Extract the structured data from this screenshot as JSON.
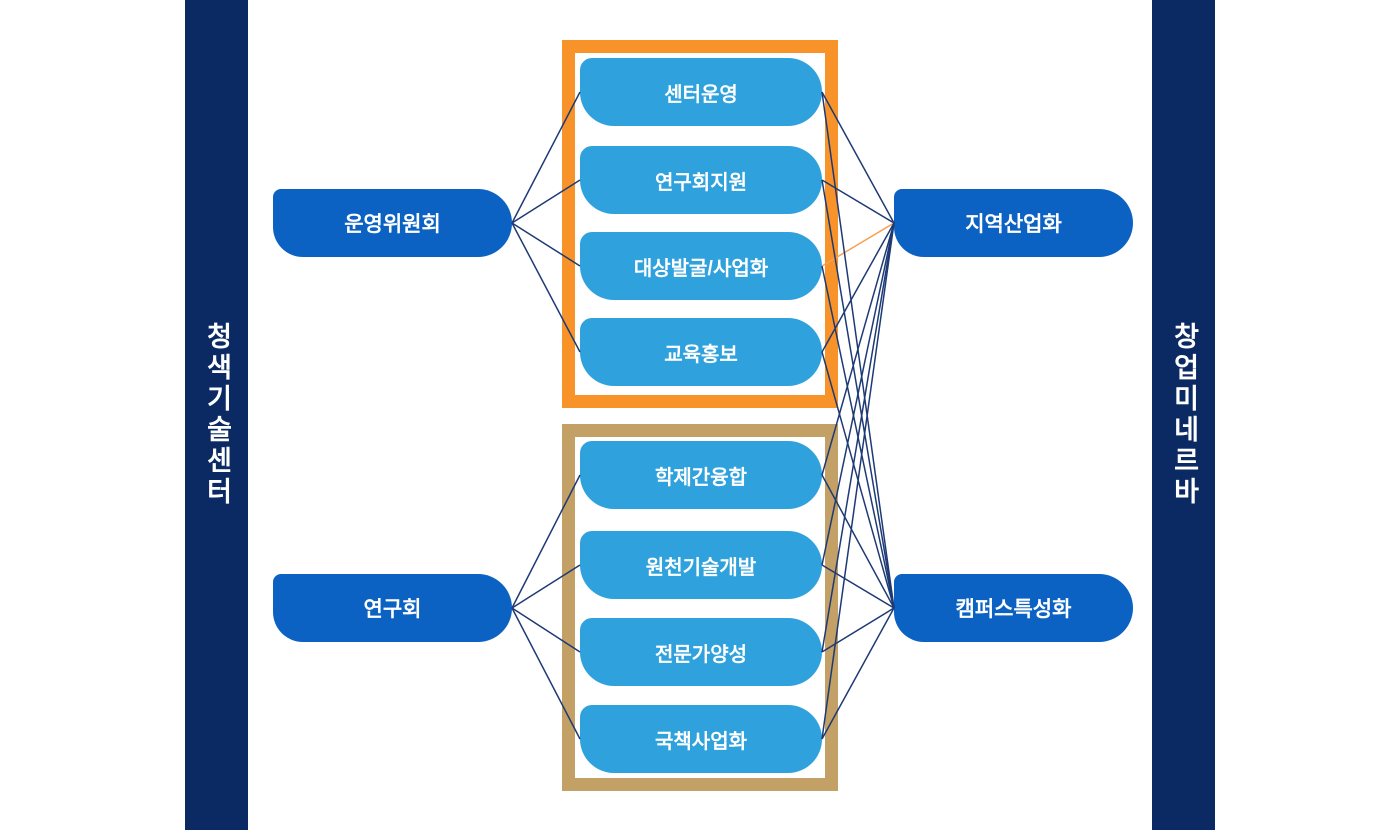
{
  "sidebars": {
    "left": {
      "label": "청색기술센터"
    },
    "right": {
      "label": "창업미네르바"
    }
  },
  "nodes": {
    "operating_committee": {
      "label": "운영위원회"
    },
    "research_group": {
      "label": "연구회"
    },
    "regional_industrialization": {
      "label": "지역산업화"
    },
    "campus_specialization": {
      "label": "캠퍼스특성화"
    }
  },
  "groups": [
    {
      "name": "top-group",
      "frame_color": "#f89329",
      "items": [
        {
          "label": "센터운영"
        },
        {
          "label": "연구회지원"
        },
        {
          "label": "대상발굴/사업화"
        },
        {
          "label": "교육홍보"
        }
      ]
    },
    {
      "name": "bottom-group",
      "frame_color": "#c2a066",
      "items": [
        {
          "label": "학제간융합"
        },
        {
          "label": "원천기술개발"
        },
        {
          "label": "전문가양성"
        },
        {
          "label": "국책사업화"
        }
      ]
    }
  ],
  "colors": {
    "background": "#ffffff",
    "sidebar": "#0b2a64",
    "node_blue": "#0b62c3",
    "item_blue": "#2fa2dd",
    "frame_orange": "#f89329",
    "frame_tan": "#c2a066",
    "line": "#1e3a75",
    "highlight_line": "#f8a052",
    "text": "#ffffff"
  },
  "connections": [
    {
      "from": "op",
      "to": "t1"
    },
    {
      "from": "op",
      "to": "t2"
    },
    {
      "from": "op",
      "to": "t3"
    },
    {
      "from": "op",
      "to": "t4"
    },
    {
      "from": "rg",
      "to": "b1"
    },
    {
      "from": "rg",
      "to": "b2"
    },
    {
      "from": "rg",
      "to": "b3"
    },
    {
      "from": "rg",
      "to": "b4"
    },
    {
      "from": "t1",
      "to": "ri"
    },
    {
      "from": "t2",
      "to": "ri"
    },
    {
      "from": "t3",
      "to": "ri",
      "highlight": true
    },
    {
      "from": "t4",
      "to": "ri"
    },
    {
      "from": "b1",
      "to": "ri"
    },
    {
      "from": "b2",
      "to": "ri"
    },
    {
      "from": "b3",
      "to": "ri"
    },
    {
      "from": "b4",
      "to": "ri"
    },
    {
      "from": "t1",
      "to": "cs"
    },
    {
      "from": "t2",
      "to": "cs"
    },
    {
      "from": "t3",
      "to": "cs"
    },
    {
      "from": "t4",
      "to": "cs"
    },
    {
      "from": "b1",
      "to": "cs"
    },
    {
      "from": "b2",
      "to": "cs"
    },
    {
      "from": "b3",
      "to": "cs"
    },
    {
      "from": "b4",
      "to": "cs"
    }
  ]
}
